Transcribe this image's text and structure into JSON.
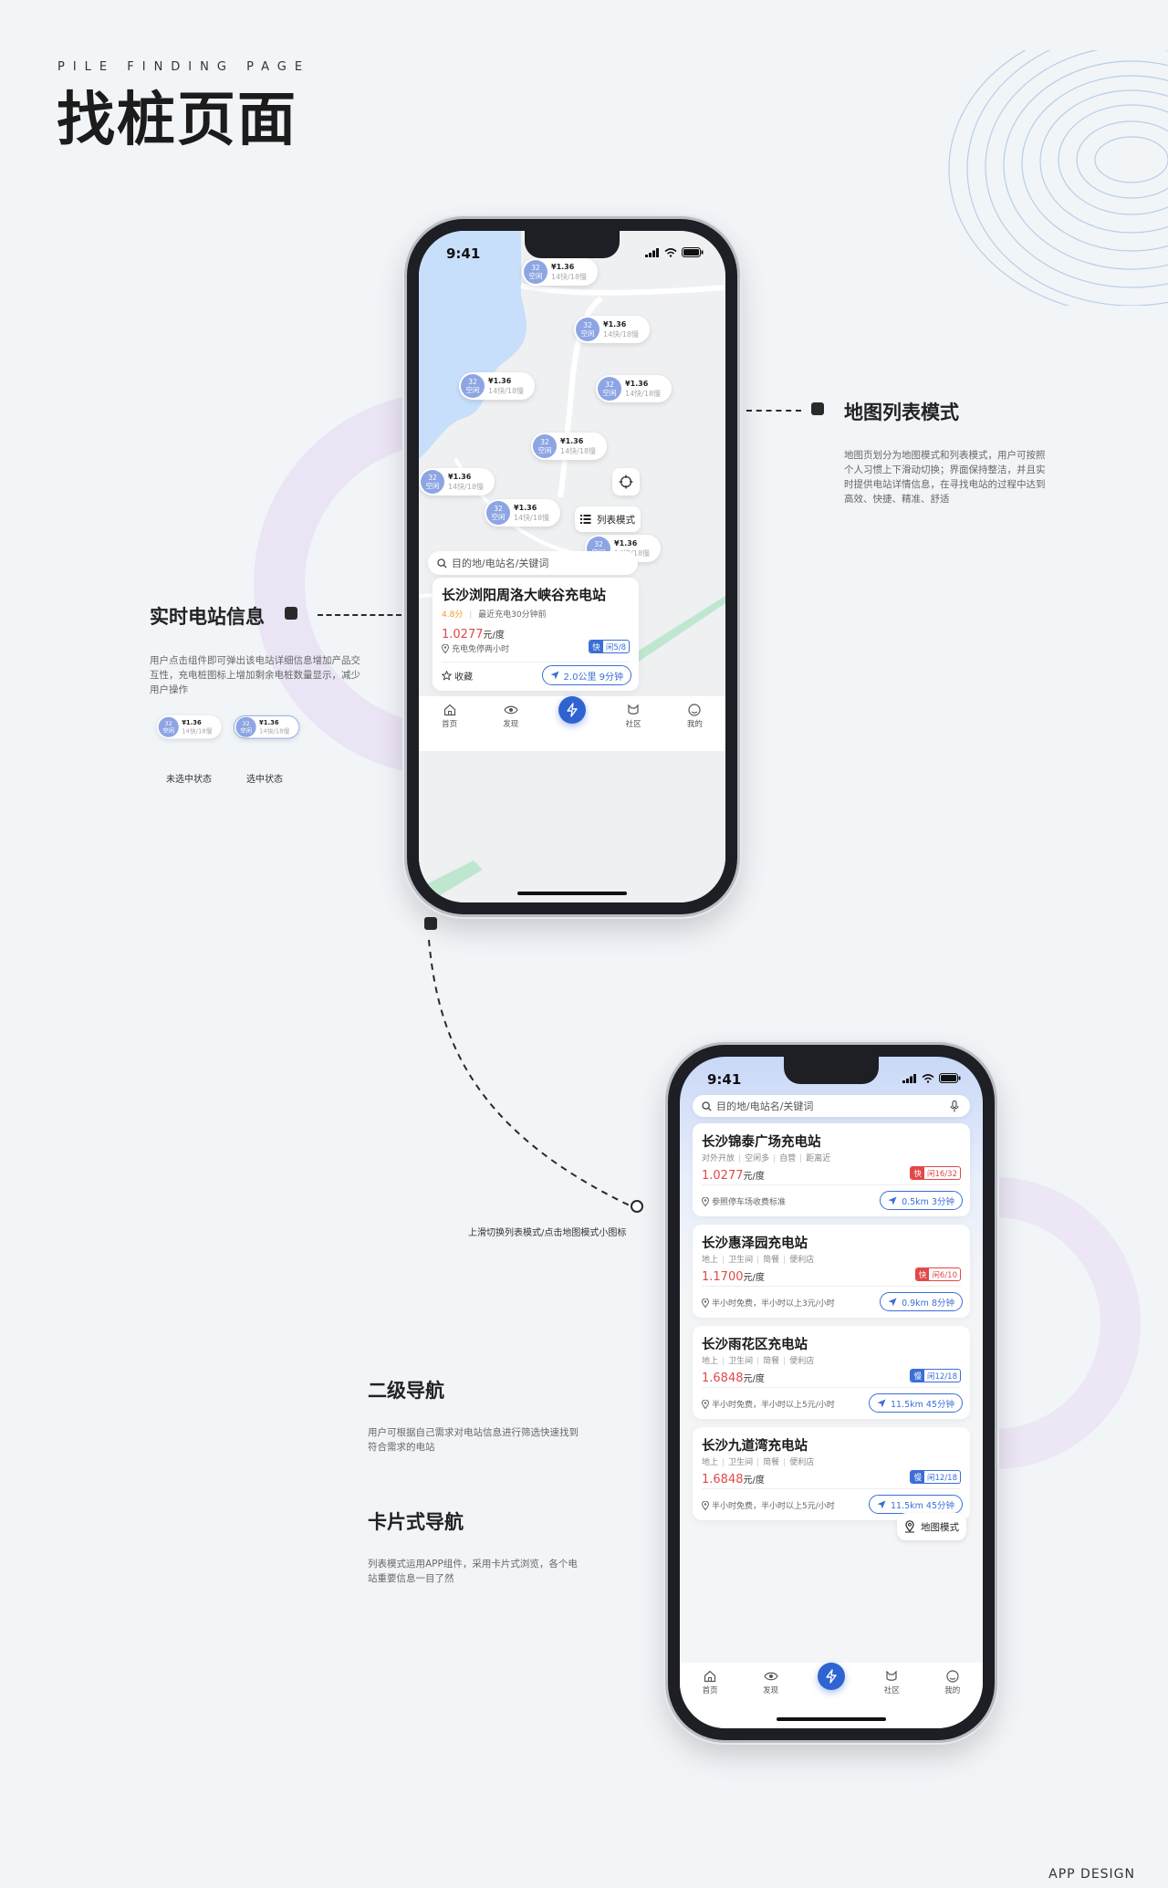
{
  "header": {
    "subtitle": "PILE FINDING PAGE",
    "title": "找桩页面"
  },
  "annotations": {
    "map_list": {
      "title": "地图列表模式",
      "desc": "地图页划分为地图模式和列表模式，用户可按照个人习惯上下滑动切换；界面保持整洁，并且实时提供电站详情信息，在寻找电站的过程中达到高效、快捷、精准、舒适"
    },
    "realtime": {
      "title": "实时电站信息",
      "desc": "用户点击组件即可弹出该电站详细信息增加产品交互性，充电桩图标上增加剩余电桩数量显示，减少用户操作"
    },
    "switch_hint": "上滑切换列表模式/点击地图模式小图标",
    "secondary_nav": {
      "title": "二级导航",
      "desc": "用户可根据自己需求对电站信息进行筛选快速找到符合需求的电站"
    },
    "card_nav": {
      "title": "卡片式导航",
      "desc": "列表模式运用APP组件，采用卡片式浏览，各个电站重要信息一目了然"
    },
    "pin_states": {
      "unselected": "未选中状态",
      "selected": "选中状态"
    }
  },
  "pin": {
    "count": "32",
    "status": "空闲",
    "price": "¥1.36",
    "spec": "14快/18慢"
  },
  "status_bar": {
    "time": "9:41"
  },
  "map_screen": {
    "list_mode_label": "列表模式",
    "search_placeholder": "目的地/电站名/关键词",
    "station": {
      "name": "长沙浏阳周洛大峡谷充电站",
      "rating": "4.8分",
      "recent": "最近充电30分钟前",
      "price": "1.0277",
      "unit": "元/度",
      "note": "充电免停两小时",
      "tag_k": "快",
      "tag_v": "闲5/8",
      "favorite": "收藏",
      "nav": "2.0公里 9分钟"
    }
  },
  "list_screen": {
    "search_placeholder": "目的地/电站名/关键词",
    "map_mode_label": "地图模式",
    "stations": [
      {
        "name": "长沙锦泰广场充电站",
        "tags": [
          "对外开放",
          "空闲多",
          "自营",
          "距离近"
        ],
        "price": "1.0277",
        "unit": "元/度",
        "tag_k": "快",
        "tag_v": "闲16/32",
        "tag_color": "#e24848",
        "note": "参照停车场收费标准",
        "nav": "0.5km 3分钟"
      },
      {
        "name": "长沙惠泽园充电站",
        "tags": [
          "地上",
          "卫生间",
          "简餐",
          "便利店"
        ],
        "price": "1.1700",
        "unit": "元/度",
        "tag_k": "快",
        "tag_v": "闲6/10",
        "tag_color": "#e24848",
        "note": "半小时免费，半小时以上3元/小时",
        "nav": "0.9km 8分钟"
      },
      {
        "name": "长沙雨花区充电站",
        "tags": [
          "地上",
          "卫生间",
          "简餐",
          "便利店"
        ],
        "price": "1.6848",
        "unit": "元/度",
        "tag_k": "慢",
        "tag_v": "闲12/18",
        "tag_color": "#3b6fd6",
        "note": "半小时免费，半小时以上5元/小时",
        "nav": "11.5km 45分钟"
      },
      {
        "name": "长沙九道湾充电站",
        "tags": [
          "地上",
          "卫生间",
          "简餐",
          "便利店"
        ],
        "price": "1.6848",
        "unit": "元/度",
        "tag_k": "慢",
        "tag_v": "闲12/18",
        "tag_color": "#3b6fd6",
        "note": "半小时免费，半小时以上5元/小时",
        "nav": "11.5km 45分钟"
      }
    ]
  },
  "tabbar": {
    "home": "首页",
    "discover": "发现",
    "community": "社区",
    "mine": "我的"
  },
  "footer": "APP DESIGN"
}
